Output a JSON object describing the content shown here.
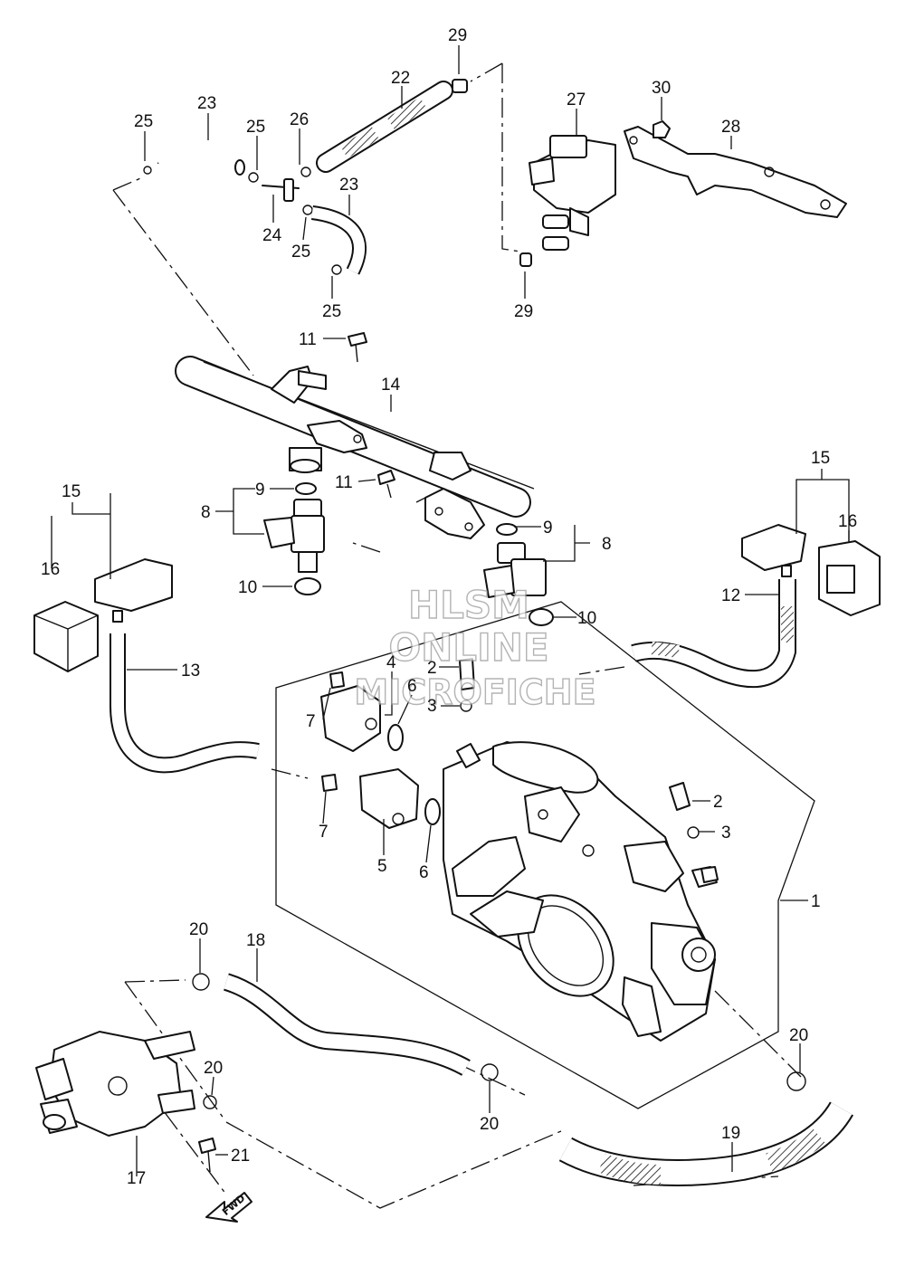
{
  "watermark": {
    "line1": "HLSM",
    "line2": "ONLINE",
    "line3": "MICROFICHE"
  },
  "fwd_label": "FWD",
  "callouts": [
    {
      "id": "c-29a",
      "label": "29"
    },
    {
      "id": "c-22",
      "label": "22"
    },
    {
      "id": "c-23a",
      "label": "23"
    },
    {
      "id": "c-25a",
      "label": "25"
    },
    {
      "id": "c-25b",
      "label": "25"
    },
    {
      "id": "c-26",
      "label": "26"
    },
    {
      "id": "c-23b",
      "label": "23"
    },
    {
      "id": "c-24",
      "label": "24"
    },
    {
      "id": "c-25c",
      "label": "25"
    },
    {
      "id": "c-25d",
      "label": "25"
    },
    {
      "id": "c-27",
      "label": "27"
    },
    {
      "id": "c-30",
      "label": "30"
    },
    {
      "id": "c-28",
      "label": "28"
    },
    {
      "id": "c-29b",
      "label": "29"
    },
    {
      "id": "c-11a",
      "label": "11"
    },
    {
      "id": "c-14",
      "label": "14"
    },
    {
      "id": "c-11b",
      "label": "11"
    },
    {
      "id": "c-9a",
      "label": "9"
    },
    {
      "id": "c-8a",
      "label": "8"
    },
    {
      "id": "c-10a",
      "label": "10"
    },
    {
      "id": "c-15a",
      "label": "15"
    },
    {
      "id": "c-16a",
      "label": "16"
    },
    {
      "id": "c-13",
      "label": "13"
    },
    {
      "id": "c-9b",
      "label": "9"
    },
    {
      "id": "c-8b",
      "label": "8"
    },
    {
      "id": "c-10b",
      "label": "10"
    },
    {
      "id": "c-15b",
      "label": "15"
    },
    {
      "id": "c-16b",
      "label": "16"
    },
    {
      "id": "c-12",
      "label": "12"
    },
    {
      "id": "c-4",
      "label": "4"
    },
    {
      "id": "c-2a",
      "label": "2"
    },
    {
      "id": "c-6a",
      "label": "6"
    },
    {
      "id": "c-3a",
      "label": "3"
    },
    {
      "id": "c-7a",
      "label": "7"
    },
    {
      "id": "c-7b",
      "label": "7"
    },
    {
      "id": "c-5",
      "label": "5"
    },
    {
      "id": "c-6b",
      "label": "6"
    },
    {
      "id": "c-2b",
      "label": "2"
    },
    {
      "id": "c-3b",
      "label": "3"
    },
    {
      "id": "c-1",
      "label": "1"
    },
    {
      "id": "c-20a",
      "label": "20"
    },
    {
      "id": "c-18",
      "label": "18"
    },
    {
      "id": "c-20b",
      "label": "20"
    },
    {
      "id": "c-20c",
      "label": "20"
    },
    {
      "id": "c-20d",
      "label": "20"
    },
    {
      "id": "c-21",
      "label": "21"
    },
    {
      "id": "c-17",
      "label": "17"
    },
    {
      "id": "c-19",
      "label": "19"
    }
  ]
}
